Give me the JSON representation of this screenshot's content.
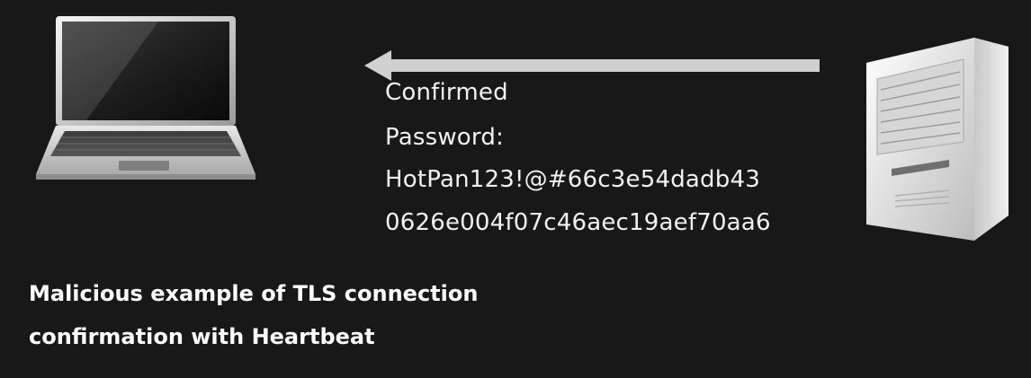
{
  "message": {
    "lines": [
      "Confirmed",
      "Password:",
      "HotPan123!@#66c3e54dadb43",
      "0626e004f07c46aec19aef70aa6"
    ]
  },
  "caption": {
    "lines": [
      "Malicious example of TLS connection",
      "confirmation with Heartbeat"
    ]
  },
  "icons": {
    "client": "laptop-icon",
    "server": "server-tower-icon",
    "arrow": "arrow-left-icon"
  },
  "colors": {
    "background": "#181818",
    "text": "#f2f2f2",
    "arrow": "#d0d0d0"
  }
}
